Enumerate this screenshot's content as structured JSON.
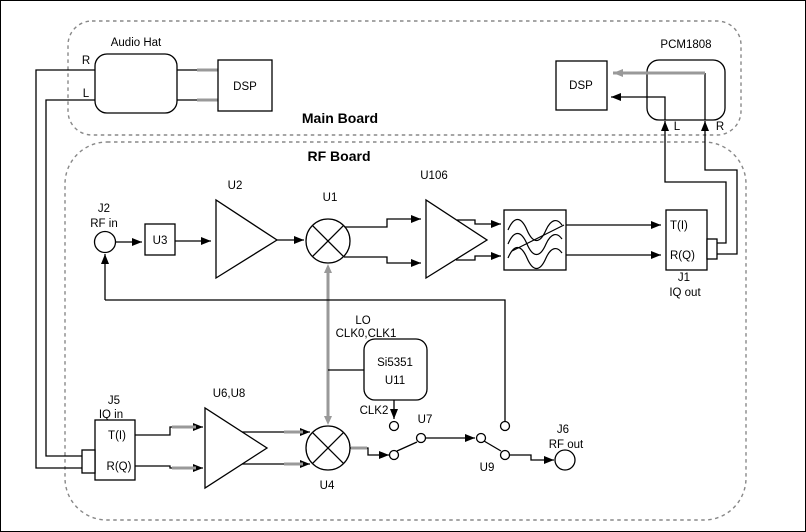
{
  "main_board": {
    "title": "Main Board",
    "audio_hat": {
      "label": "Audio Hat",
      "channel_r": "R",
      "channel_l": "L"
    },
    "dsp_left": "DSP",
    "dsp_right": "DSP",
    "pcm1808": {
      "label": "PCM1808",
      "channel_l": "L",
      "channel_r": "R"
    }
  },
  "rf_board": {
    "title": "RF Board",
    "j2": {
      "ref": "J2",
      "label": "RF in"
    },
    "u3": "U3",
    "u2": "U2",
    "u1": "U1",
    "u106": "U106",
    "j1": {
      "t": "T(I)",
      "r": "R(Q)",
      "ref": "J1",
      "label": "IQ out"
    },
    "lo": {
      "title": "LO",
      "clocks": "CLK0,CLK1",
      "chip": "Si5351",
      "ref": "U11",
      "clk2": "CLK2"
    },
    "j5": {
      "ref": "J5",
      "label": "IQ in",
      "t": "T(I)",
      "r": "R(Q)"
    },
    "u6u8": "U6,U8",
    "u4": "U4",
    "u7": "U7",
    "u9": "U9",
    "j6": {
      "ref": "J6",
      "label": "RF out"
    }
  },
  "colors": {
    "line": "#000000",
    "bus": "#999999",
    "board_outline": "#888888",
    "background": "#ffffff"
  }
}
